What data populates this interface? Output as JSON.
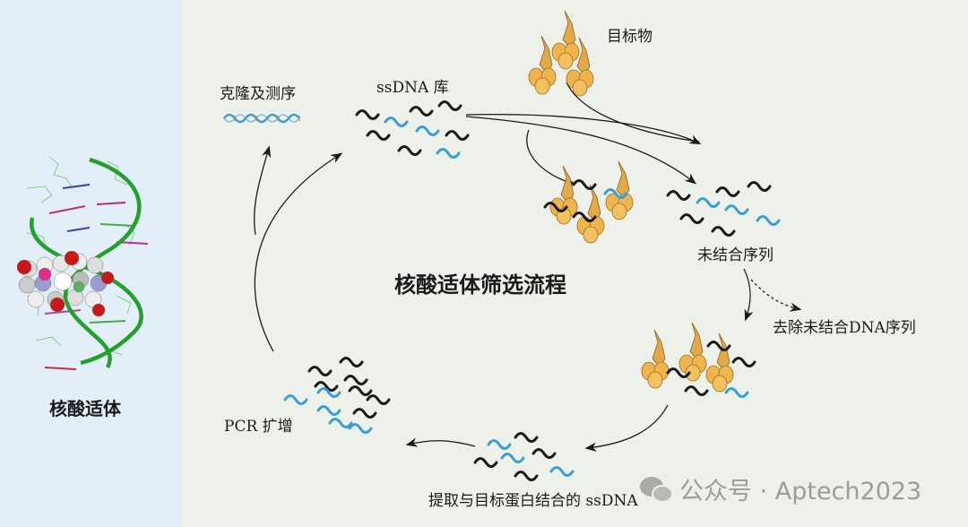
{
  "left_panel": {
    "caption": "核酸适体"
  },
  "diagram": {
    "title": "核酸适体筛选流程",
    "labels": {
      "clone": "克隆及测序",
      "library": "ssDNA 库",
      "target": "目标物",
      "unbound": "未结合序列",
      "remove": "去除未结合DNA序列",
      "pcr": "PCR 扩增",
      "extract": "提取与目标蛋白结合的 ssDNA"
    }
  },
  "watermark": {
    "text": "公众号 · Aptech2023"
  },
  "colors": {
    "blue_strand": "#3a9fd6",
    "black_strand": "#1a1a1a",
    "protein": "#efb44a",
    "helix": "#2aa52e",
    "left_bg": "#e3eff8",
    "main_bg": "#eef1ea"
  }
}
